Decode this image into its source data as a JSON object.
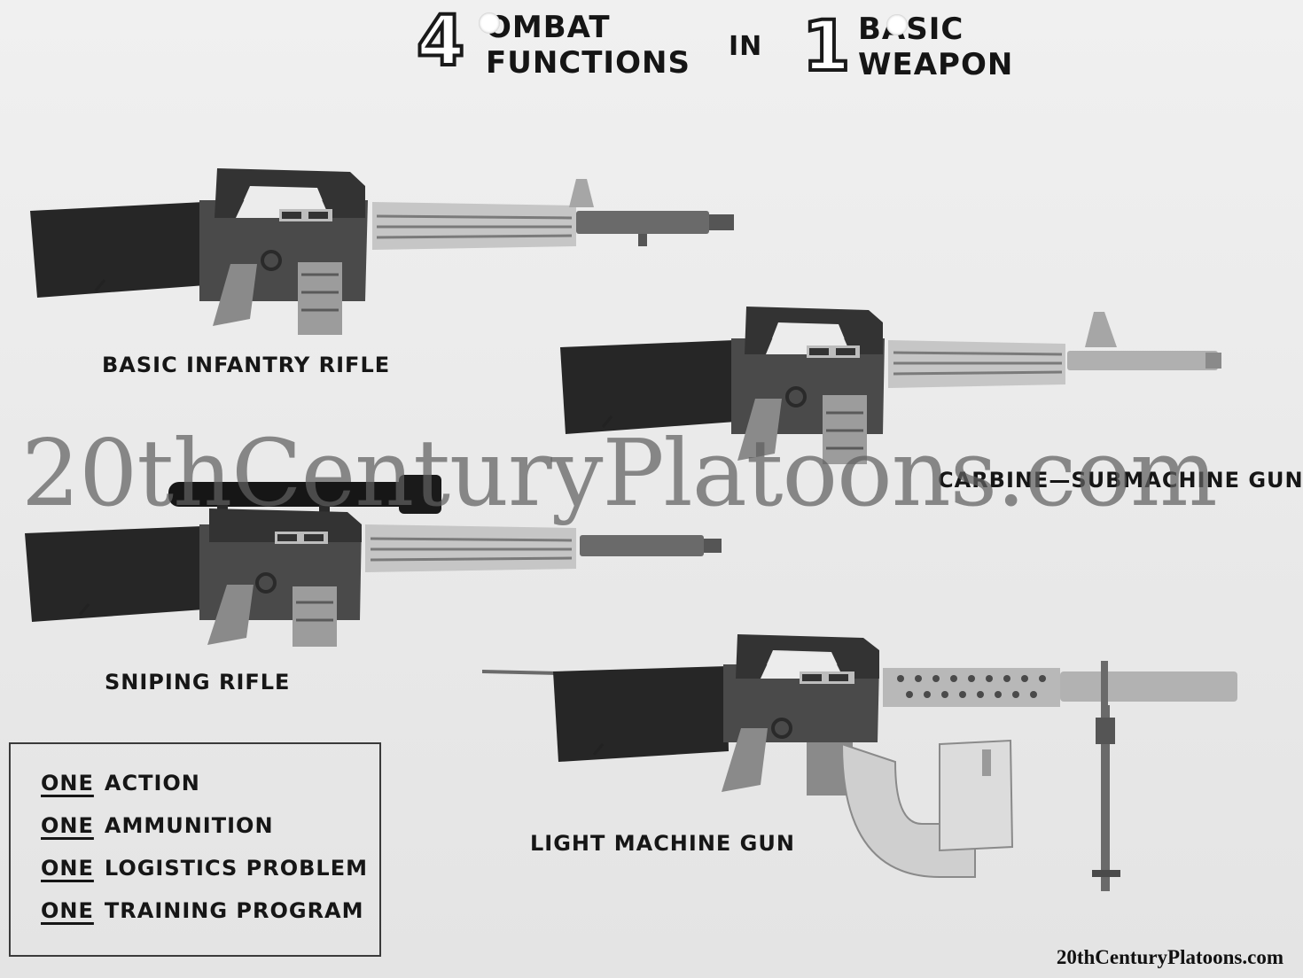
{
  "header": {
    "digit_left": "4",
    "word_combat": "OMBAT",
    "word_functions": "FUNCTIONS",
    "word_in": "IN",
    "digit_right": "1",
    "word_basic": "BASIC",
    "word_weapon": "WEAPON"
  },
  "weapons": [
    {
      "label": "BASIC INFANTRY RIFLE",
      "icon": "rifle-icon"
    },
    {
      "label": "CARBINE—SUBMACHINE GUN",
      "icon": "carbine-icon"
    },
    {
      "label": "SNIPING RIFLE",
      "icon": "scoped-rifle-icon"
    },
    {
      "label": "LIGHT MACHINE GUN",
      "icon": "machine-gun-icon"
    }
  ],
  "summary_box": {
    "items": [
      {
        "one": "ONE",
        "text": "ACTION"
      },
      {
        "one": "ONE",
        "text": "AMMUNITION"
      },
      {
        "one": "ONE",
        "text": "LOGISTICS PROBLEM"
      },
      {
        "one": "ONE",
        "text": "TRAINING PROGRAM"
      }
    ]
  },
  "watermark": {
    "large": "20thCenturyPlatoons.com",
    "small": "20thCenturyPlatoons.com"
  }
}
